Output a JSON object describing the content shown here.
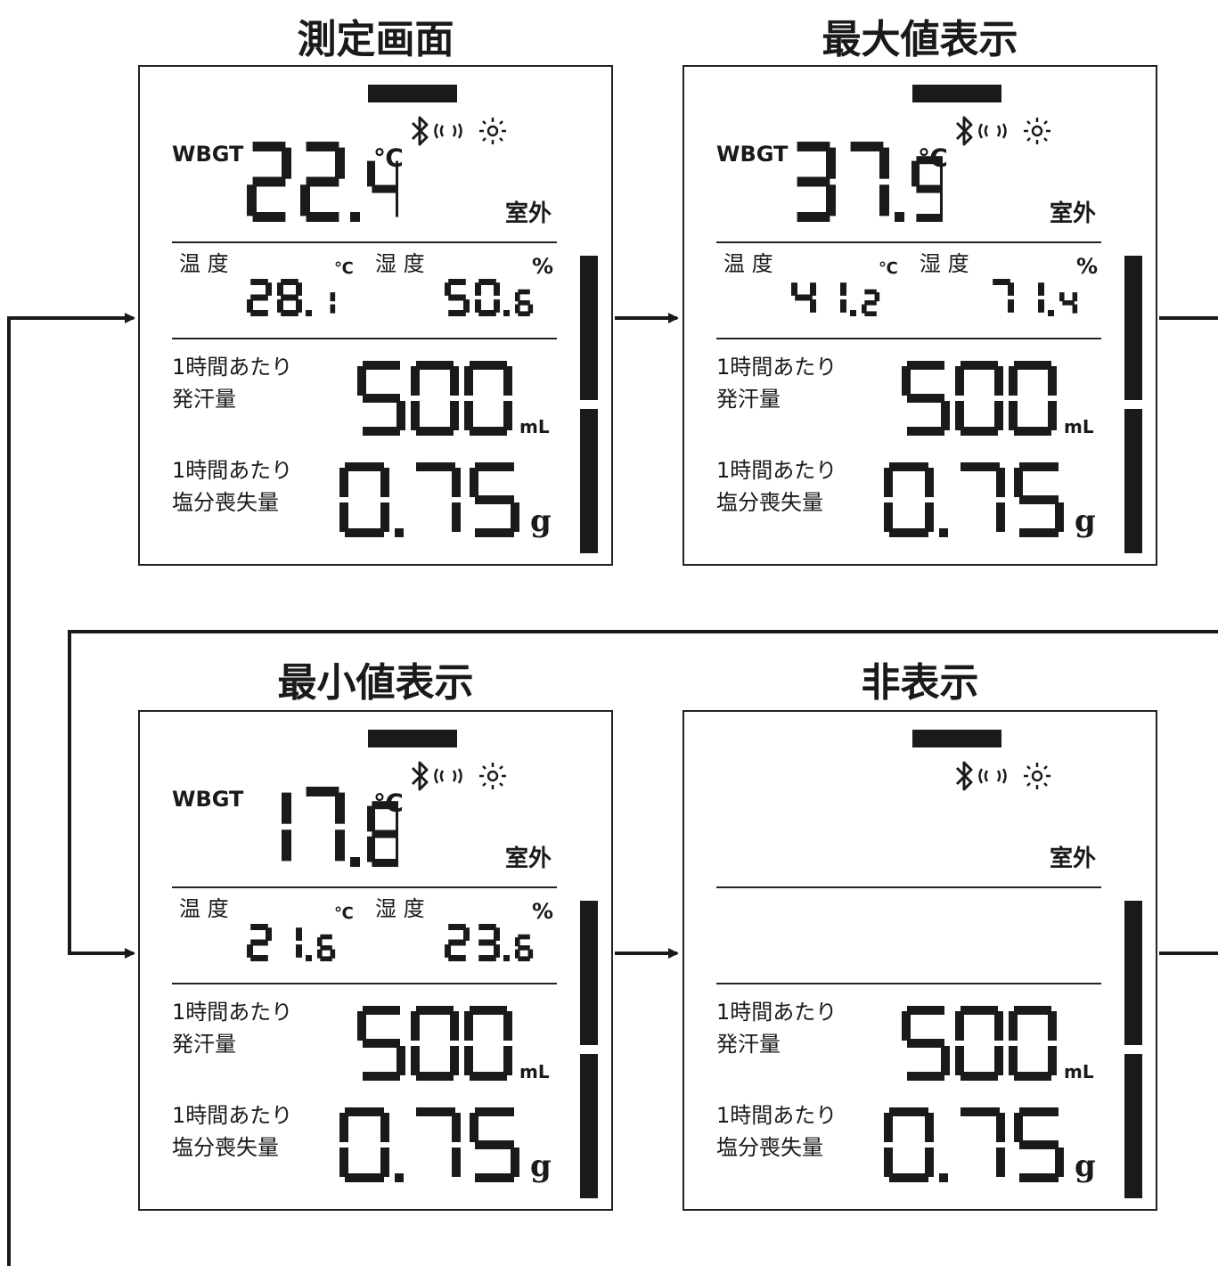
{
  "panels": [
    {
      "title": "測定画面",
      "wbgt_label": "WBGT",
      "wbgt_value": "22.4",
      "wbgt_unit": "℃",
      "location": "室外",
      "temp_label": "温 度",
      "temp_value": "28.1",
      "temp_unit": "℃",
      "humidity_label": "湿 度",
      "humidity_value": "50.6",
      "humidity_unit": "%",
      "sweat_label_1": "1時間あたり",
      "sweat_label_2": "発汗量",
      "sweat_value": "500",
      "sweat_unit": "mL",
      "salt_label_1": "1時間あたり",
      "salt_label_2": "塩分喪失量",
      "salt_value": "0.75",
      "salt_unit": "g",
      "show_readings": true
    },
    {
      "title": "最大値表示",
      "wbgt_label": "WBGT",
      "wbgt_value": "37.9",
      "wbgt_unit": "℃",
      "location": "室外",
      "temp_label": "温 度",
      "temp_value": "41.2",
      "temp_unit": "℃",
      "humidity_label": "湿 度",
      "humidity_value": "71.4",
      "humidity_unit": "%",
      "sweat_label_1": "1時間あたり",
      "sweat_label_2": "発汗量",
      "sweat_value": "500",
      "sweat_unit": "mL",
      "salt_label_1": "1時間あたり",
      "salt_label_2": "塩分喪失量",
      "salt_value": "0.75",
      "salt_unit": "g",
      "show_readings": true
    },
    {
      "title": "最小値表示",
      "wbgt_label": "WBGT",
      "wbgt_value": "17.8",
      "wbgt_unit": "℃",
      "location": "室外",
      "temp_label": "温 度",
      "temp_value": "21.6",
      "temp_unit": "℃",
      "humidity_label": "湿 度",
      "humidity_value": "23.6",
      "humidity_unit": "%",
      "sweat_label_1": "1時間あたり",
      "sweat_label_2": "発汗量",
      "sweat_value": "500",
      "sweat_unit": "mL",
      "salt_label_1": "1時間あたり",
      "salt_label_2": "塩分喪失量",
      "salt_value": "0.75",
      "salt_unit": "g",
      "show_readings": true
    },
    {
      "title": "非表示",
      "wbgt_label": "",
      "wbgt_value": "",
      "wbgt_unit": "",
      "location": "室外",
      "temp_label": "",
      "temp_value": "",
      "temp_unit": "",
      "humidity_label": "",
      "humidity_value": "",
      "humidity_unit": "",
      "sweat_label_1": "1時間あたり",
      "sweat_label_2": "発汗量",
      "sweat_value": "500",
      "sweat_unit": "mL",
      "salt_label_1": "1時間あたり",
      "salt_label_2": "塩分喪失量",
      "salt_value": "0.75",
      "salt_unit": "g",
      "show_readings": false
    }
  ],
  "icons": [
    "bluetooth-icon",
    "vibration-icon",
    "backlight-icon"
  ],
  "colors": {
    "ink": "#1a1a1a",
    "background": "#ffffff"
  }
}
